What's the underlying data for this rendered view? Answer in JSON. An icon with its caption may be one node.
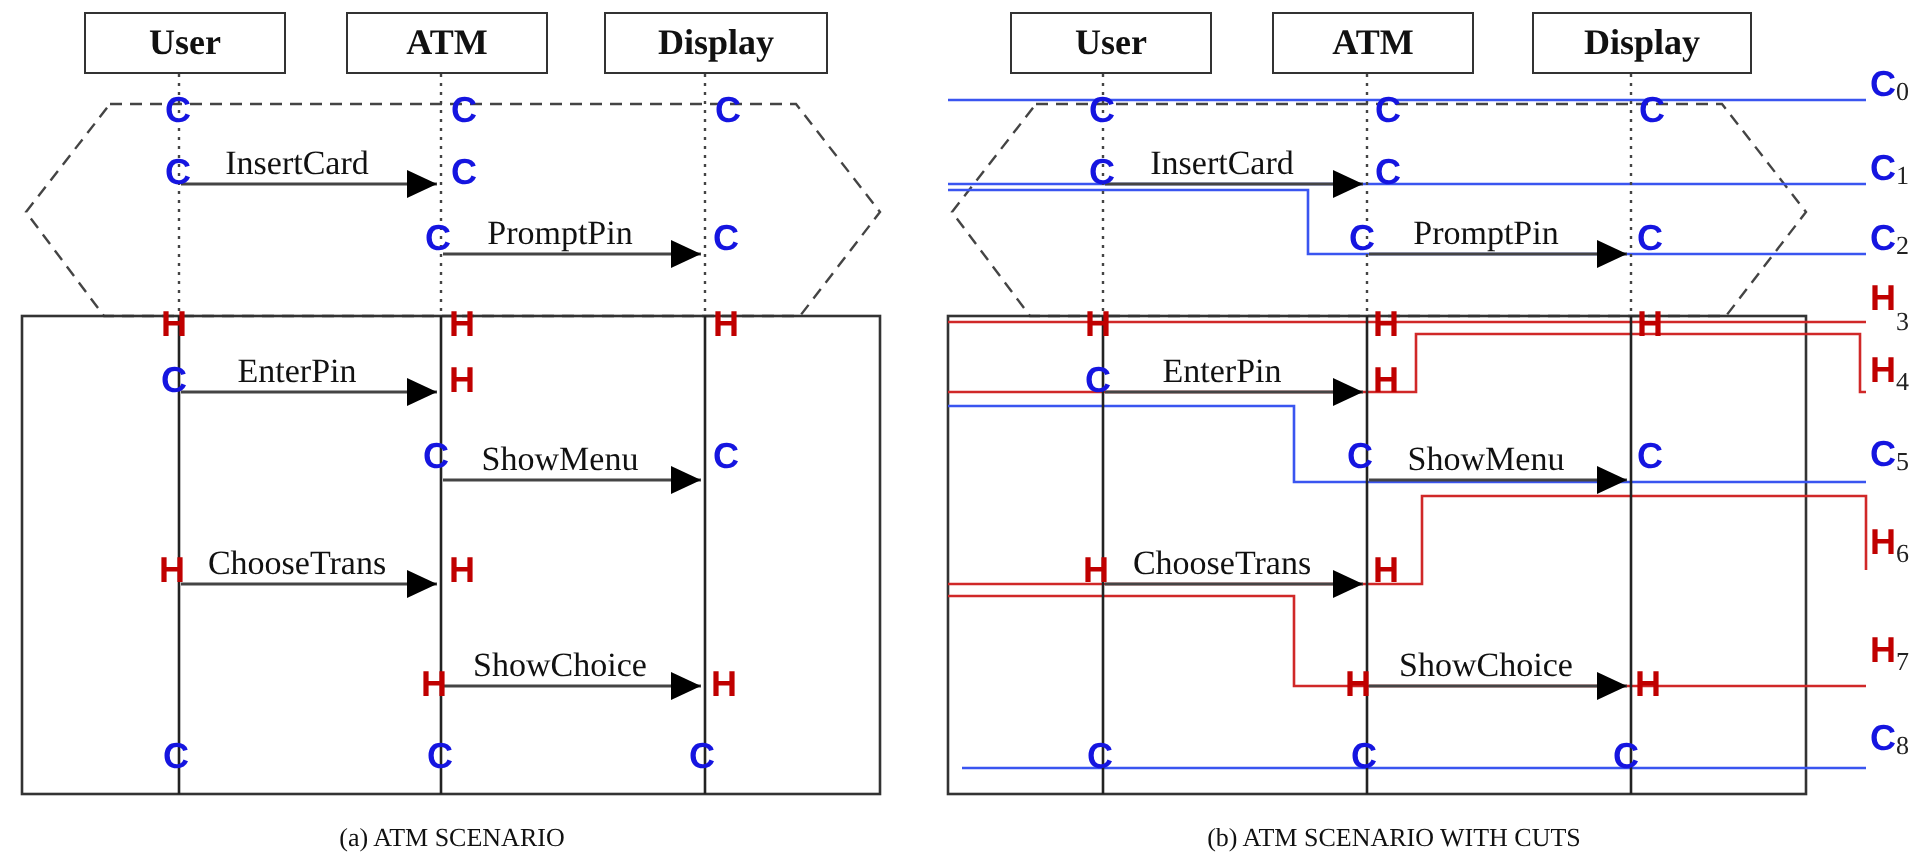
{
  "diagram": {
    "nodes": [
      {
        "text": [
          "User"
        ]
      },
      {
        "text": [
          "ATM"
        ]
      },
      {
        "text": [
          "Display"
        ]
      },
      {
        "text": [],
        "shape": "bar"
      },
      {
        "text": [],
        "shape": "bar"
      },
      {
        "text": [],
        "shape": "bar"
      },
      {
        "text": [
          "User"
        ]
      },
      {
        "text": [
          "ATM"
        ]
      },
      {
        "text": [
          "Display"
        ]
      },
      {
        "text": [],
        "shape": "bar"
      },
      {
        "text": [],
        "shape": "bar"
      },
      {
        "text": [],
        "shape": "bar"
      }
    ],
    "edges": [
      {
        "from": 3,
        "to": 4,
        "arrow": "to",
        "label": "InsertCard"
      },
      {
        "from": 4,
        "to": 5,
        "arrow": "to",
        "label": "PromptPin"
      },
      {
        "from": 3,
        "to": 4,
        "arrow": "to",
        "label": "EnterPin"
      },
      {
        "from": 4,
        "to": 5,
        "arrow": "to",
        "label": "ShowMenu"
      },
      {
        "from": 3,
        "to": 4,
        "arrow": "to",
        "label": "ChooseTrans"
      },
      {
        "from": 4,
        "to": 5,
        "arrow": "to",
        "label": "ShowChoice"
      },
      {
        "from": 9,
        "to": 10,
        "arrow": "to",
        "label": "InsertCard"
      },
      {
        "from": 10,
        "to": 11,
        "arrow": "to",
        "label": "PromptPin"
      },
      {
        "from": 9,
        "to": 10,
        "arrow": "to",
        "label": "EnterPin"
      },
      {
        "from": 10,
        "to": 11,
        "arrow": "to",
        "label": "ShowMenu"
      },
      {
        "from": 9,
        "to": 10,
        "arrow": "to",
        "label": "ChooseTrans"
      },
      {
        "from": 10,
        "to": 11,
        "arrow": "to",
        "label": "ShowChoice"
      }
    ],
    "labels": [
      "C",
      "C",
      "C",
      "C",
      "C",
      "C",
      "C",
      "H",
      "H",
      "H",
      "C",
      "H",
      "C",
      "C",
      "H",
      "H",
      "H",
      "H",
      "C",
      "C",
      "C",
      "C",
      "C",
      "C",
      "C",
      "C",
      "C",
      "C",
      "H",
      "H",
      "H",
      "C",
      "H",
      "C",
      "C",
      "H",
      "H",
      "H",
      "H",
      "C",
      "C",
      "C",
      "C$_{0}$",
      "C$_{1}$",
      "C$_{2}$",
      "H$_{3}$",
      "H$_{4}$",
      "C$_{5}$",
      "H$_{6}$",
      "H$_{7}$",
      "C$_{8}$",
      "(a) ATM SCENARIO",
      "(b) ATM SCENARIO WITH CUTS"
    ]
  }
}
